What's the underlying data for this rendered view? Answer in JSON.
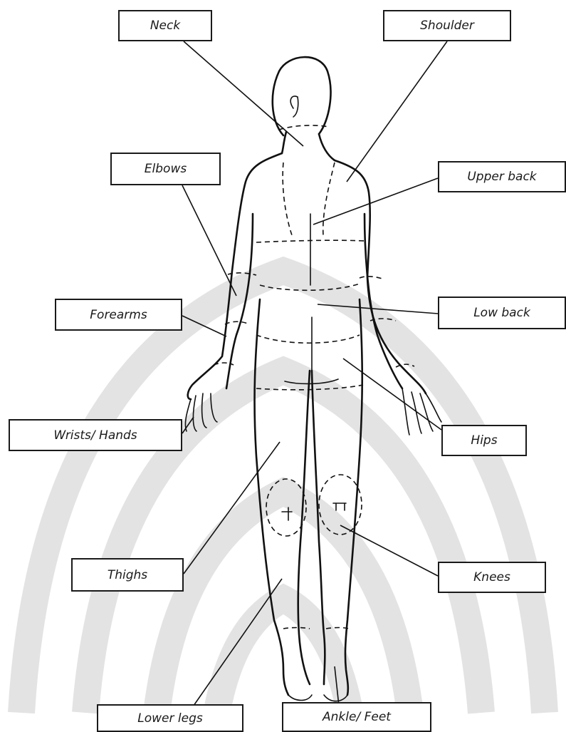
{
  "diagram": {
    "labels": {
      "neck": "Neck",
      "shoulder": "Shoulder",
      "elbows": "Elbows",
      "upper_back": "Upper back",
      "forearms": "Forearms",
      "low_back": "Low back",
      "wrists_hands": "Wrists/ Hands",
      "hips": "Hips",
      "thighs": "Thighs",
      "knees": "Knees",
      "lower_legs": "Lower legs",
      "ankle_feet": "Ankle/ Feet"
    },
    "colors": {
      "line": "#111111",
      "watermark": "#dcdcdc",
      "background": "#ffffff"
    }
  }
}
